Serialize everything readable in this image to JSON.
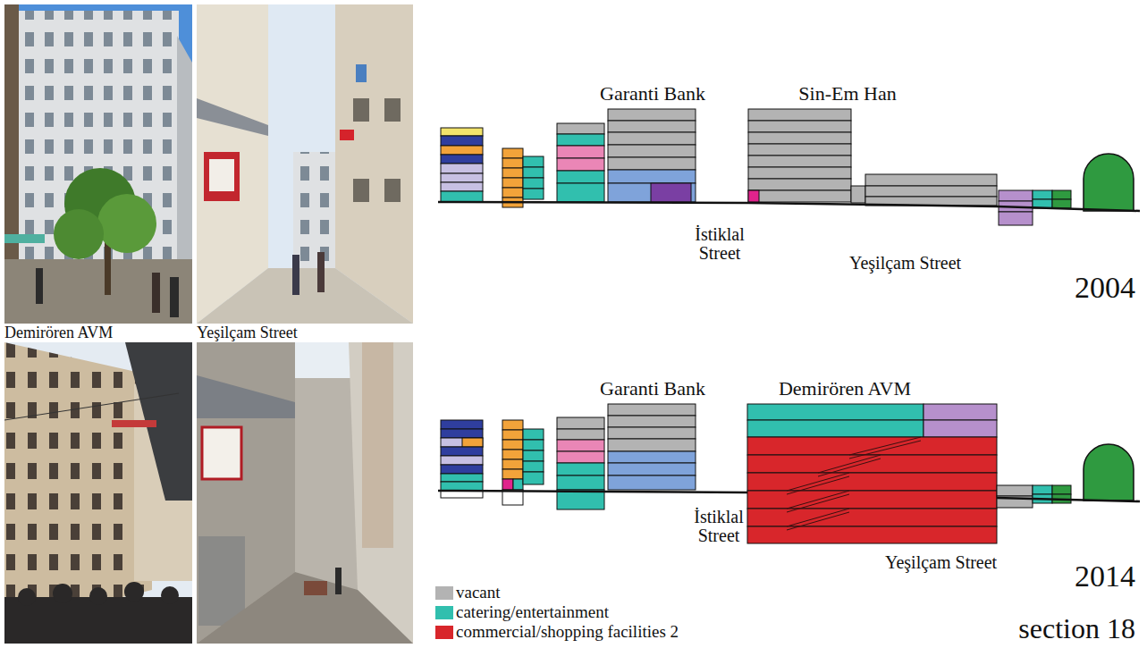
{
  "diagram": {
    "nodes": [
      {
        "text": [
          "Garanti Bank"
        ]
      },
      {
        "text": [
          "Sin-Em Han"
        ]
      },
      {
        "text": [
          "Garanti Bank"
        ]
      },
      {
        "text": [
          "Demirören AVM"
        ]
      }
    ],
    "labels": [
      "Demirören AVM",
      "Yeşilçam Street",
      "İstiklal Street",
      "Yeşilçam Street",
      "2004",
      "İstiklal Street",
      "Yeşilçam Street",
      "2014",
      "section 18"
    ],
    "legend": [
      {
        "text": "vacant",
        "color": "#b3b3b3"
      },
      {
        "text": "catering/entertainment",
        "color": "#31bfae"
      },
      {
        "text": "commercial/shopping facilities 2",
        "color": "#d8262b"
      }
    ]
  }
}
